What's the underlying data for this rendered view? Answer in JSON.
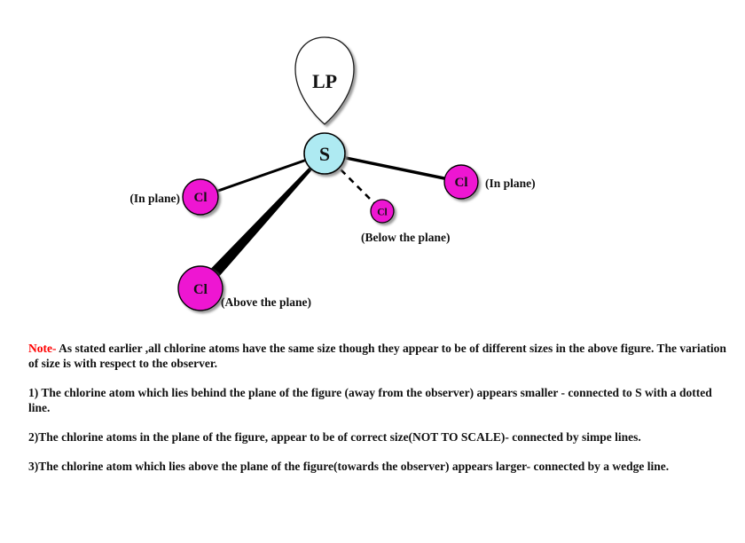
{
  "diagram": {
    "lone_pair_label": "LP",
    "central_atom": {
      "symbol": "S"
    },
    "atoms": [
      {
        "symbol": "Cl",
        "label": "(In plane)",
        "position": "left-in-plane",
        "bond": "simple"
      },
      {
        "symbol": "Cl",
        "label": "(In plane)",
        "position": "right-in-plane",
        "bond": "simple"
      },
      {
        "symbol": "Cl",
        "label": "(Below the plane)",
        "position": "below-plane",
        "bond": "dotted"
      },
      {
        "symbol": "Cl",
        "label": "(Above the plane)",
        "position": "above-plane",
        "bond": "wedge"
      }
    ],
    "colors": {
      "sulfur_fill": "#aeeaf2",
      "chlorine_fill": "#ee14d2",
      "outline": "#000000",
      "note_accent": "#ff0000"
    }
  },
  "notes": {
    "note_label": "Note-",
    "note_text": " As stated earlier ,all chlorine atoms have the same size though they appear to be of different sizes in the above figure. The variation of size is with respect to the observer.",
    "points": [
      "1) The chlorine atom which lies behind the plane of the figure (away from the observer) appears smaller - connected to S with a dotted line.",
      "2)The chlorine atoms in the plane of the figure, appear to be of correct size(NOT TO SCALE)- connected by simpe lines.",
      "3)The chlorine atom which lies above the plane of the figure(towards the observer) appears larger- connected by a wedge line."
    ]
  }
}
